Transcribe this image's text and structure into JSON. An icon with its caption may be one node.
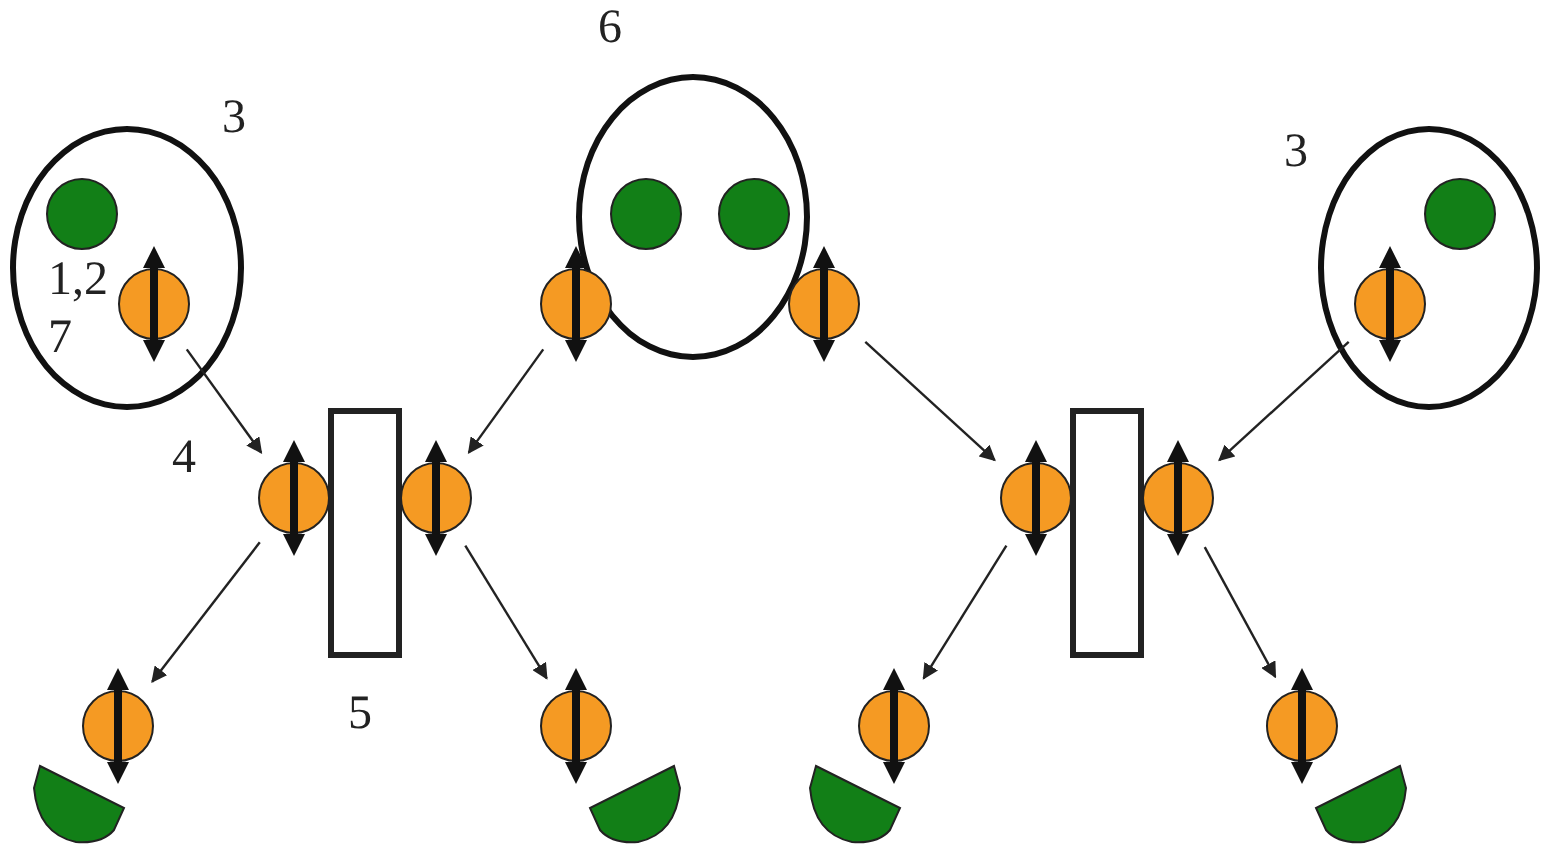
{
  "diagram": {
    "nodes": [
      {
        "text": [],
        "shape": "ellipse"
      },
      {
        "text": [],
        "shape": "circle",
        "in": 0
      },
      {
        "text": [],
        "shape": "circle",
        "in": 0
      },
      {
        "text": [],
        "shape": "ellipse"
      },
      {
        "text": [],
        "shape": "circle",
        "in": 3
      },
      {
        "text": [],
        "shape": "circle",
        "in": 3
      },
      {
        "text": [],
        "shape": "circle"
      },
      {
        "text": [],
        "shape": "circle"
      },
      {
        "text": [],
        "shape": "ellipse"
      },
      {
        "text": [],
        "shape": "circle",
        "in": 8
      },
      {
        "text": [],
        "shape": "circle",
        "in": 8
      },
      {
        "text": [],
        "shape": "circle"
      },
      {
        "text": [],
        "shape": "box"
      },
      {
        "text": [],
        "shape": "circle"
      },
      {
        "text": [],
        "shape": "circle"
      },
      {
        "text": [],
        "shape": "box"
      },
      {
        "text": [],
        "shape": "circle"
      },
      {
        "text": [],
        "shape": "circle"
      },
      {
        "text": [],
        "shape": "circle"
      },
      {
        "text": [],
        "shape": "circle"
      },
      {
        "text": [],
        "shape": "circle"
      }
    ],
    "edges": [
      {
        "from": 2,
        "to": 11,
        "arrow": "to"
      },
      {
        "from": 6,
        "to": 13,
        "arrow": "to"
      },
      {
        "from": 7,
        "to": 14,
        "arrow": "to"
      },
      {
        "from": 10,
        "to": 16,
        "arrow": "to"
      },
      {
        "from": 11,
        "to": 17,
        "arrow": "to"
      },
      {
        "from": 13,
        "to": 18,
        "arrow": "to"
      },
      {
        "from": 14,
        "to": 19,
        "arrow": "to"
      },
      {
        "from": 16,
        "to": 20,
        "arrow": "to"
      }
    ],
    "labels": [
      "6",
      "3",
      "3",
      "1,2",
      "7",
      "4",
      "5"
    ]
  }
}
